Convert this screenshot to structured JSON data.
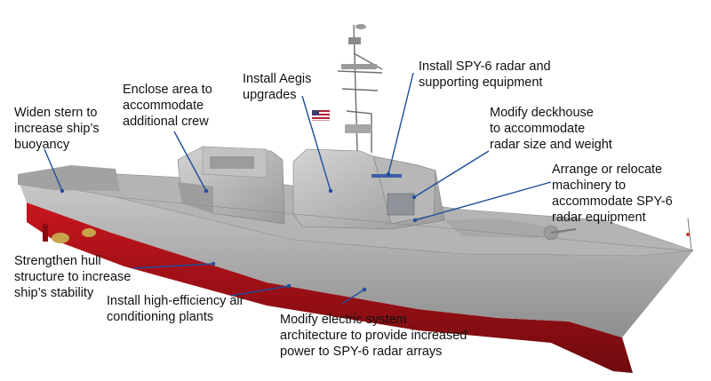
{
  "callouts": {
    "widen_stern": "Widen stern to\nincrease ship’s\nbuoyancy",
    "enclose_area": "Enclose area to\naccommodate\nadditional crew",
    "install_aegis": "Install Aegis\nupgrades",
    "install_spy6": "Install SPY-6 radar and\nsupporting equipment",
    "modify_deckhouse": "Modify deckhouse\nto accommodate\nradar size and weight",
    "arrange_machinery": "Arrange or relocate\nmachinery to\naccommodate SPY-6\nradar equipment",
    "strengthen_hull": "Strengthen hull\nstructure to increase\nship’s stability",
    "install_ac": "Install high-efficiency air\nconditioning plants",
    "modify_electric": "Modify electric system\narchitecture to provide increased\npower to SPY-6 radar arrays"
  },
  "colors": {
    "leader_line": "#1f4e9a",
    "hull_gray": "#a9a9a9",
    "hull_red": "#b3141b",
    "superstructure": "#bdbdbd"
  }
}
